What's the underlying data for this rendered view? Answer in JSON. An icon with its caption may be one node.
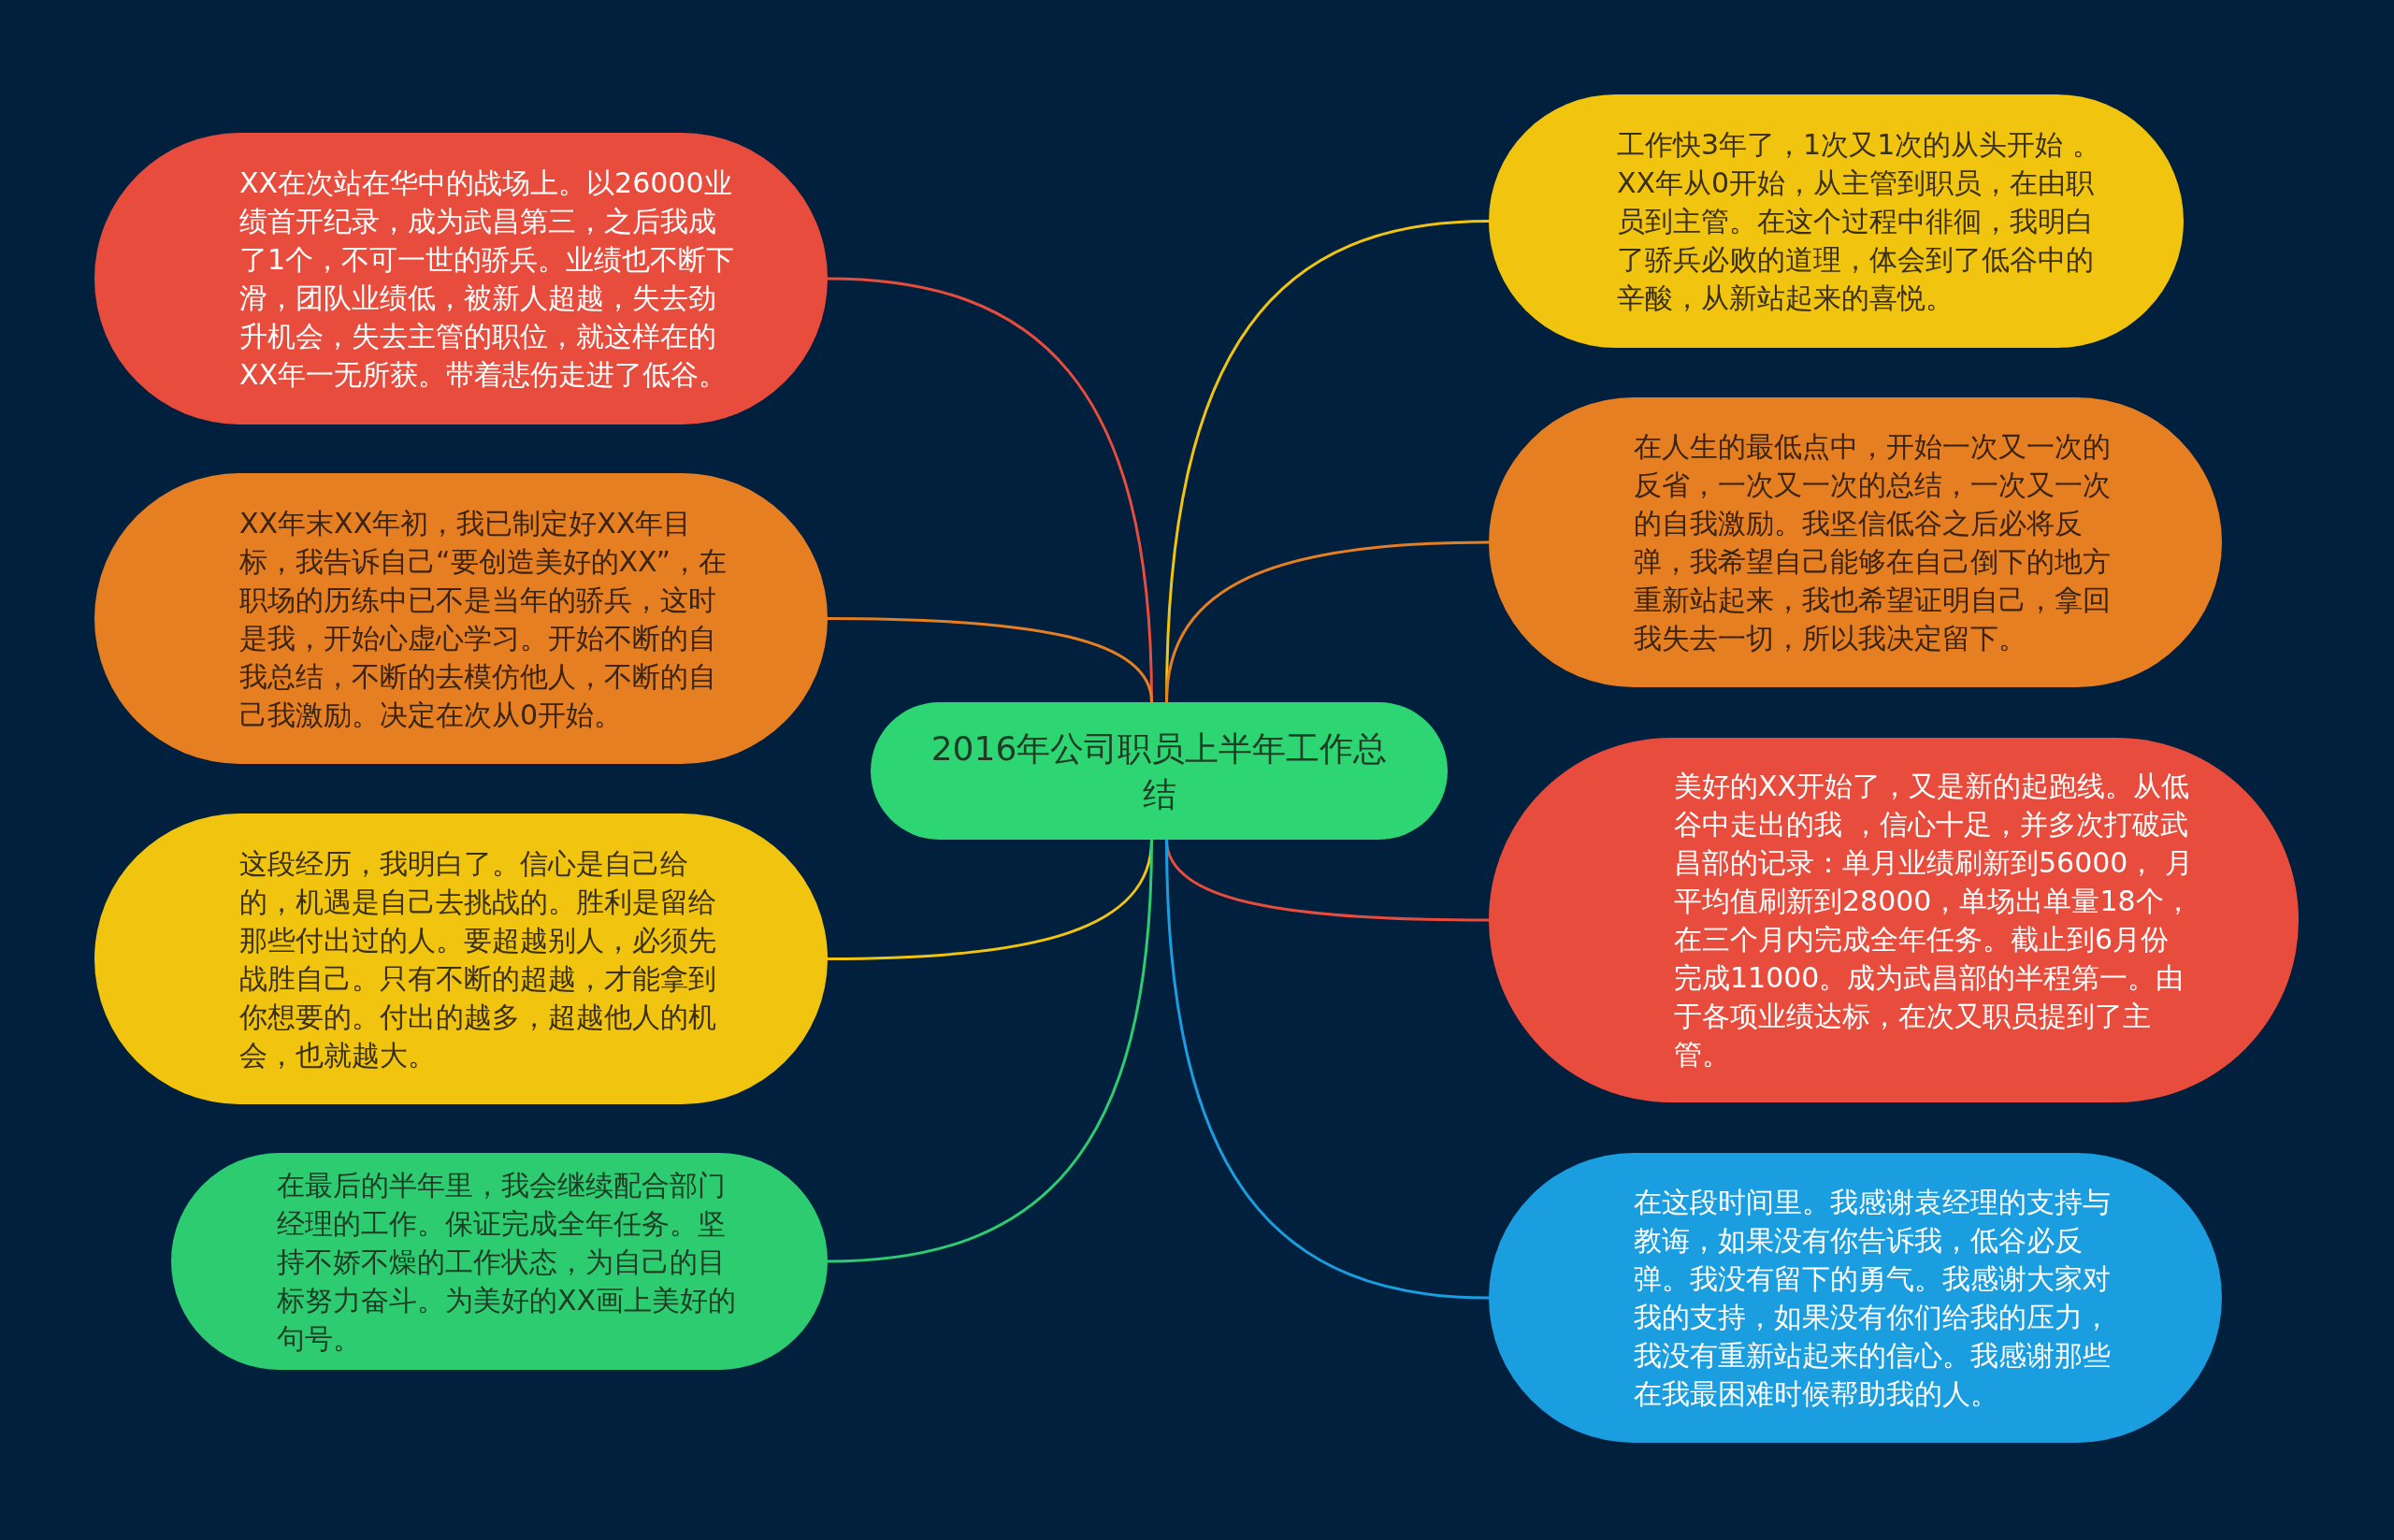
{
  "diagram": {
    "nodes": [
      {
        "text": [
          "2016年公司职员上半年工作总结"
        ]
      },
      {
        "text": [
          "XX在次站在华中的战场上。以26000业绩首开纪录，成为武昌第三，之后我成了1个，不可一世的骄兵。业绩也不断下滑，团队业绩低，被新人超越，失去劲升机会，失去主管的职位，就这样在的XX年一无所获。带着悲伤走进了低谷。"
        ]
      },
      {
        "text": [
          "XX年末XX年初，我已制定好XX年目标，我告诉自己“要创造美好的XX”，在职场的历练中已不是当年的骄兵，这时是我，开始心虚心学习。开始不断的自我总结，不断的去模仿他人，不断的自己我激励。决定在次从0开始。"
        ]
      },
      {
        "text": [
          "这段经历，我明白了。信心是自己给的，机遇是自己去挑战的。胜利是留给那些付出过的人。要超越别人，必须先战胜自己。只有不断的超越，才能拿到你想要的。付出的越多，超越他人的机会，也就越大。"
        ]
      },
      {
        "text": [
          "在最后的半年里，我会继续配合部门经理的工作。保证完成全年任务。坚持不娇不燥的工作状态，为自己的目标努力奋斗。为美好的XX画上美好的句号。"
        ]
      },
      {
        "text": [
          "工作快3年了，1次又1次的从头开始 。XX年从0开始，从主管到职员，在由职员到主管。在这个过程中徘徊，我明白了骄兵必败的道理，体会到了低谷中的辛酸，从新站起来的喜悦。"
        ]
      },
      {
        "text": [
          "在人生的最低点中，开始一次又一次的反省，一次又一次的总结，一次又一次的自我激励。我坚信低谷之后必将反弹，我希望自己能够在自己倒下的地方重新站起来，我也希望证明自己，拿回我失去一切，所以我决定留下。"
        ]
      },
      {
        "text": [
          "美好的XX开始了，又是新的起跑线。从低谷中走出的我 ，信心十足，并多次打破武昌部的记录：单月业绩刷新到56000， 月平均值刷新到28000，单场出单量18个，在三个月内完成全年任务。截止到6月份完成11000。成为武昌部的半程第一。由于各项业绩达标，在次又职员提到了主管。"
        ]
      },
      {
        "text": [
          "在这段时间里。我感谢袁经理的支持与教诲，如果没有你告诉我，低谷必反弹。我没有留下的勇气。我感谢大家对我的支持，如果没有你们给我的压力，我没有重新站起来的信心。我感谢那些在我最困难时候帮助我的人。"
        ]
      }
    ],
    "edges": [
      {
        "from": 0,
        "to": 1,
        "arrow": "none",
        "color": "#e84c3d"
      },
      {
        "from": 0,
        "to": 2,
        "arrow": "none",
        "color": "#e67e22"
      },
      {
        "from": 0,
        "to": 3,
        "arrow": "none",
        "color": "#f1c40f"
      },
      {
        "from": 0,
        "to": 4,
        "arrow": "none",
        "color": "#2ecc71"
      },
      {
        "from": 0,
        "to": 5,
        "arrow": "none",
        "color": "#f1c40f"
      },
      {
        "from": 0,
        "to": 6,
        "arrow": "none",
        "color": "#e67e22"
      },
      {
        "from": 0,
        "to": 7,
        "arrow": "none",
        "color": "#e84c3d"
      },
      {
        "from": 0,
        "to": 8,
        "arrow": "none",
        "color": "#1a9ee0"
      }
    ]
  }
}
